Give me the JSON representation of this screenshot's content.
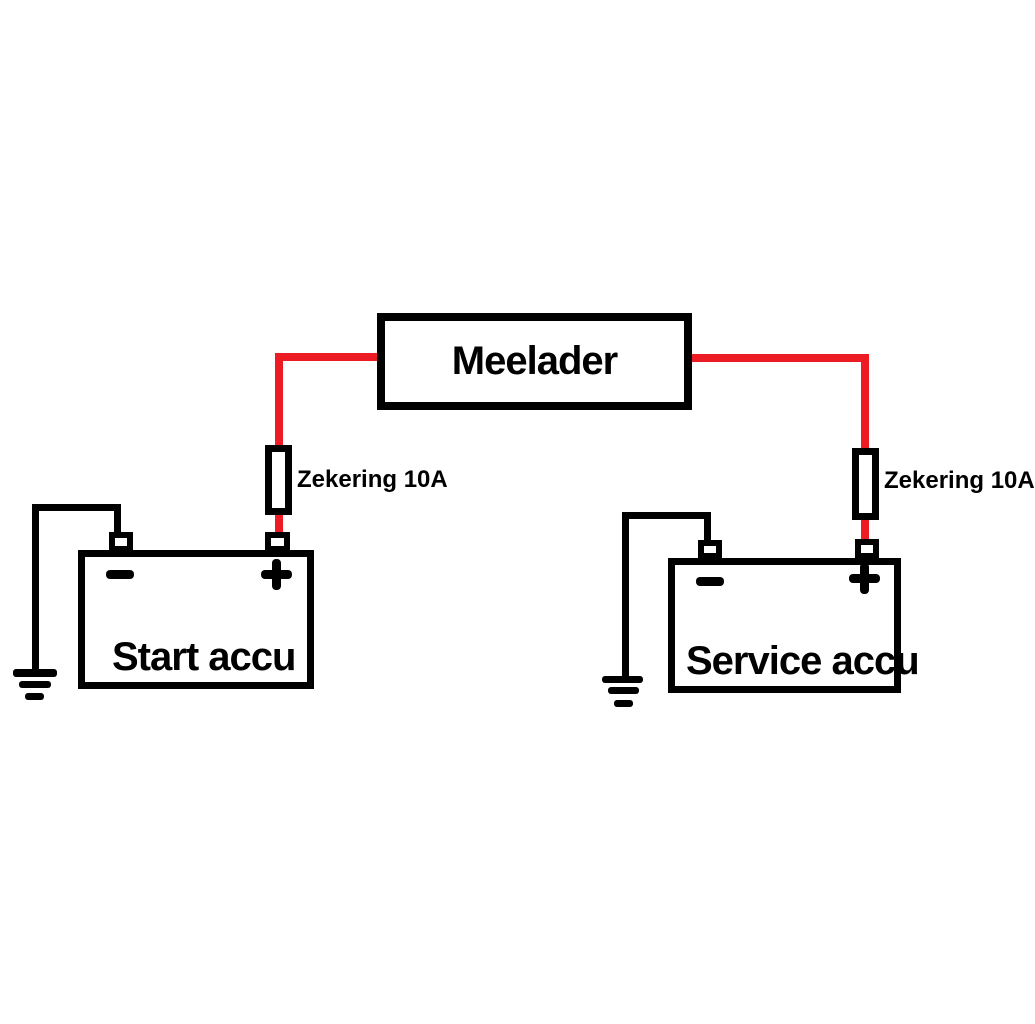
{
  "charger": {
    "label": "Meelader"
  },
  "left_fuse": {
    "label": "Zekering 10A",
    "rating": "10A"
  },
  "right_fuse": {
    "label": "Zekering 10A",
    "rating": "10A"
  },
  "left_battery": {
    "name": "Start accu",
    "negative_symbol": "−",
    "positive_symbol": "+"
  },
  "right_battery": {
    "name": "Service accu",
    "negative_symbol": "−",
    "positive_symbol": "+"
  },
  "colors": {
    "positive_wire": "#ed1c24",
    "ground_wire": "#000000",
    "outline": "#000000",
    "background": "#ffffff"
  }
}
